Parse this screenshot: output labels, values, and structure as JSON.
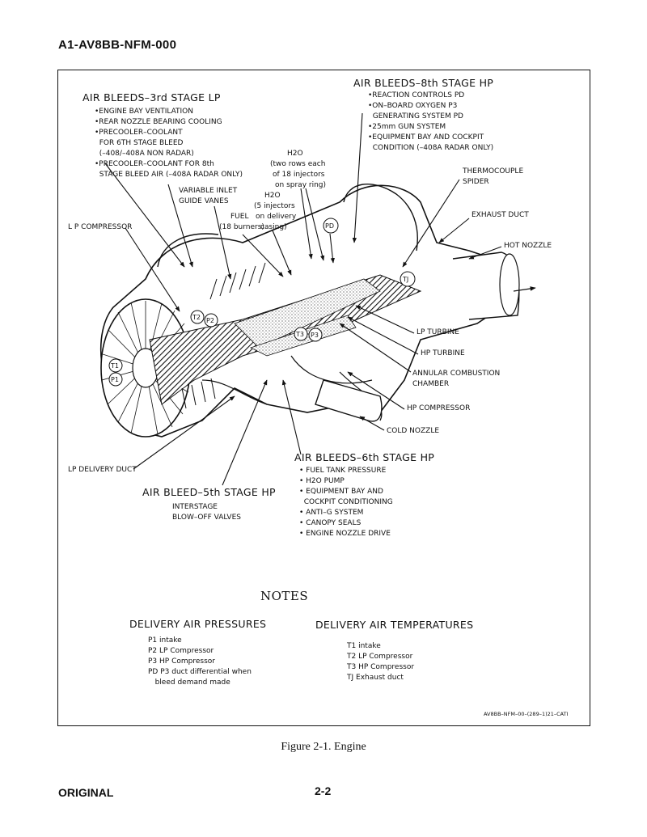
{
  "header": {
    "doc_id": "A1-AV8BB-NFM-000"
  },
  "figure": {
    "bleeds_3rd": {
      "title": "AIR BLEEDS–3rd STAGE LP",
      "items": [
        "•ENGINE BAY VENTILATION",
        "•REAR NOZZLE BEARING COOLING",
        "•PRECOOLER–COOLANT",
        "  FOR 6TH STAGE BLEED",
        "  (–408/–408A NON RADAR)",
        "•PRECOOLER–COOLANT FOR 8th",
        "  STAGE BLEED AIR (–408A RADAR ONLY)"
      ]
    },
    "bleeds_8th": {
      "title": "AIR BLEEDS–8th STAGE HP",
      "items": [
        "•REACTION CONTROLS PD",
        "•ON–BOARD OXYGEN P3",
        "  GENERATING SYSTEM PD",
        "•25mm GUN SYSTEM",
        "•EQUIPMENT BAY AND COCKPIT",
        "  CONDITION (–408A RADAR ONLY)"
      ]
    },
    "bleeds_6th": {
      "title": "AIR BLEEDS–6th STAGE HP",
      "items": [
        "• FUEL TANK PRESSURE",
        "• H2O PUMP",
        "• EQUIPMENT BAY AND",
        "  COCKPIT CONDITIONING",
        "• ANTI–G SYSTEM",
        "• CANOPY SEALS",
        "• ENGINE NOZZLE DRIVE"
      ]
    },
    "bleed_5th": {
      "title": "AIR BLEED–5th STAGE HP",
      "items": [
        "INTERSTAGE",
        "BLOW–OFF VALVES"
      ]
    },
    "labels": {
      "h2o_top": "H2O",
      "h2o_top_note": [
        "(two rows each",
        "of 18 injectors",
        "on spray ring)"
      ],
      "h2o_mid": "H2O",
      "h2o_mid_note": [
        "(5 injectors",
        "on delivery",
        "casing)"
      ],
      "variable_inlet": [
        "VARIABLE INLET",
        "GUIDE VANES"
      ],
      "fuel": [
        "FUEL",
        "(18 burners)"
      ],
      "lp_compressor": "L P COMPRESSOR",
      "thermocouple": [
        "THERMOCOUPLE",
        "SPIDER"
      ],
      "exhaust_duct": "EXHAUST DUCT",
      "hot_nozzle": "HOT NOZZLE",
      "lp_turbine": "LP TURBINE",
      "hp_turbine": "HP TURBINE",
      "annular": [
        "ANNULAR COMBUSTION",
        "CHAMBER"
      ],
      "hp_compressor": "HP COMPRESSOR",
      "cold_nozzle": "COLD NOZZLE",
      "lp_delivery": "LP DELIVERY DUCT"
    },
    "callouts": {
      "pd": "PD",
      "t2": "T2",
      "p2": "P2",
      "t3": "T3",
      "p3": "P3",
      "t1": "T1",
      "p1": "P1",
      "tj": "TJ"
    },
    "notes": {
      "title": "NOTES",
      "pressures": {
        "title": "DELIVERY AIR PRESSURES",
        "items": [
          "P1 intake",
          "P2 LP Compressor",
          "P3 HP Compressor",
          "PD P3 duct differential when",
          "   bleed demand made"
        ]
      },
      "temperatures": {
        "title": "DELIVERY AIR TEMPERATURES",
        "items": [
          "T1 intake",
          "T2 LP Compressor",
          "T3 HP Compressor",
          "TJ Exhaust duct"
        ]
      }
    },
    "ref": "AV8BB–NFM–00–(289–1)21–CATI",
    "caption": "Figure 2-1.  Engine"
  },
  "footer": {
    "left": "ORIGINAL",
    "page": "2-2"
  }
}
